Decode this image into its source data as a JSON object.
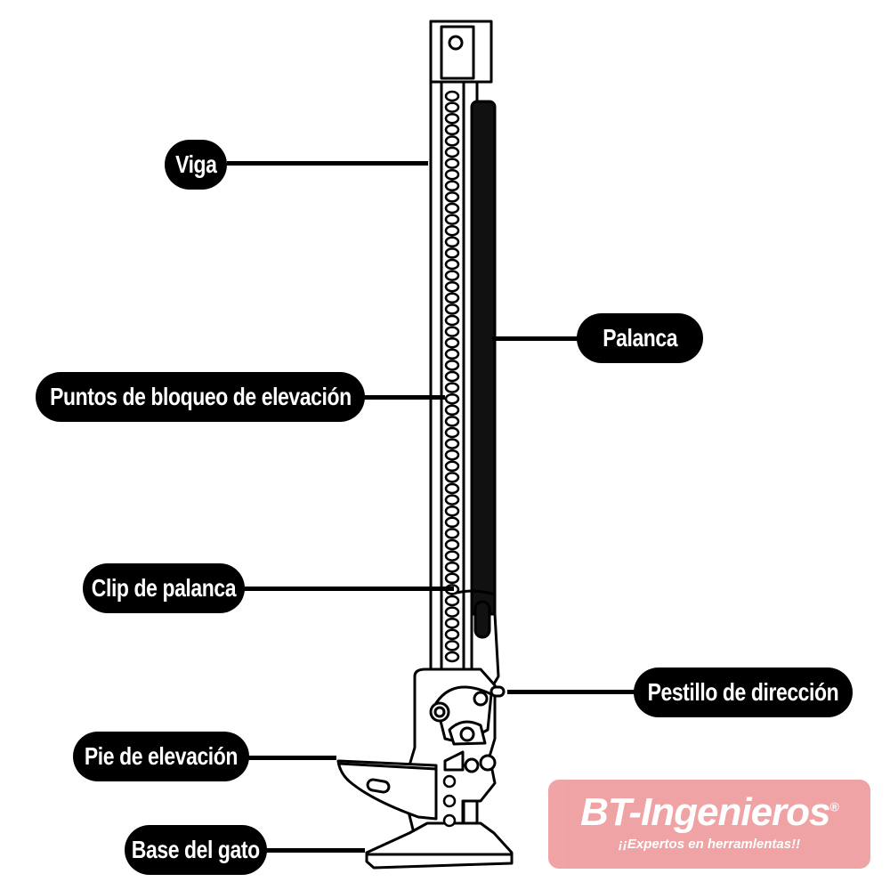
{
  "labels": {
    "viga": "Viga",
    "palanca": "Palanca",
    "puntos": "Puntos de bloqueo de elevación",
    "clip": "Clip de palanca",
    "pestillo": "Pestillo de dirección",
    "pie": "Pie de elevación",
    "base": "Base del gato"
  },
  "watermark": {
    "brand": "BT-Ingenieros",
    "registered": "®",
    "tagline": "¡¡Expertos en herramlentas!!"
  },
  "colors": {
    "label_bg": "#000000",
    "label_text": "#ffffff",
    "watermark_bg": "#ef9fa0"
  }
}
